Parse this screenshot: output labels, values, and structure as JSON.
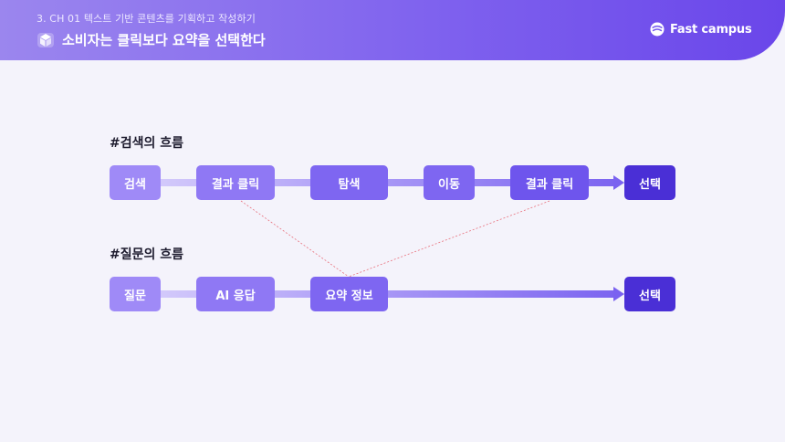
{
  "header": {
    "subtitle": "3. CH 01 텍스트 기반 콘텐츠를 기획하고 작성하기",
    "title": "소비자는 클릭보다 요약을 선택한다",
    "brand": "Fast campus"
  },
  "sections": {
    "search_flow_label": "#검색의 흐름",
    "question_flow_label": "#질문의 흐름"
  },
  "search_flow": [
    "검색",
    "결과 클릭",
    "탐색",
    "이동",
    "결과 클릭",
    "선택"
  ],
  "question_flow": [
    "질문",
    "AI 응답",
    "요약 정보",
    "선택"
  ],
  "colors": {
    "step1": "#9f8af7",
    "step2": "#8f78f4",
    "step3": "#7e66f1",
    "step4": "#6e55ed",
    "final": "#4a2fd6",
    "connector": "#e8707c"
  }
}
